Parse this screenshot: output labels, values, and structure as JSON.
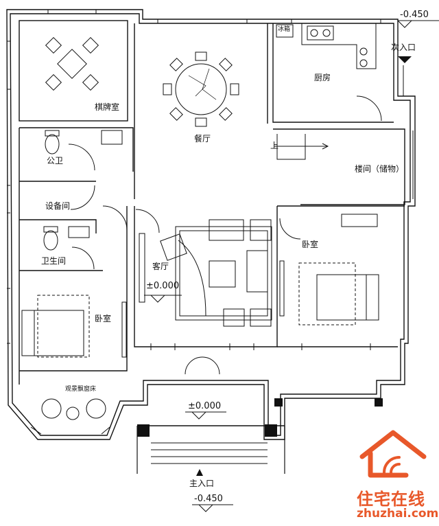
{
  "rooms": {
    "chess_room": "棋牌室",
    "dining": "餐厅",
    "kitchen": "厨房",
    "fridge": "冰箱",
    "public_wc": "公卫",
    "stair": "楼间（储物）",
    "equipment": "设备间",
    "bathroom": "卫生间",
    "living": "客厅",
    "bedroom_left": "卧室",
    "bedroom_right": "卧室",
    "bay_window": "观景飘窗床",
    "up": "上"
  },
  "levels": {
    "top_right": "-0.450",
    "living": "±0.000",
    "porch": "±0.000",
    "bottom": "-0.450"
  },
  "entrances": {
    "secondary": "次入口",
    "main": "主入口"
  },
  "watermark": {
    "cn": "住宅在线",
    "en": "zhuzhai.com"
  }
}
